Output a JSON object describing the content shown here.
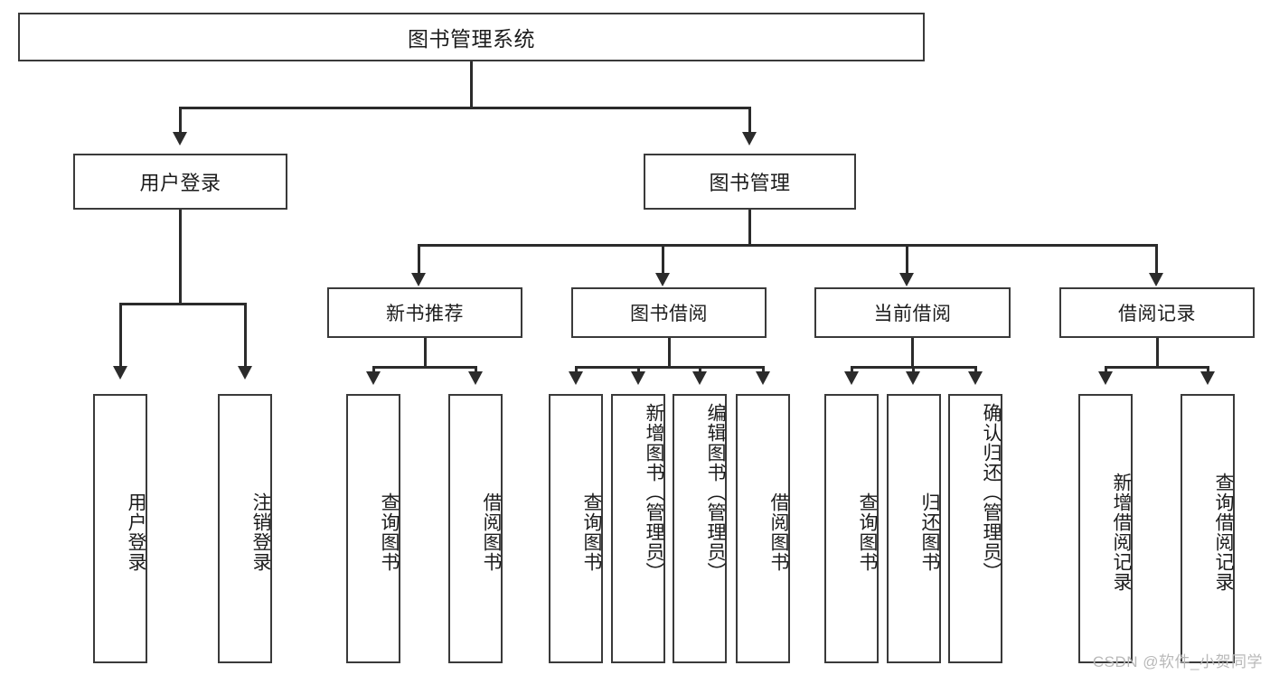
{
  "diagram": {
    "type": "hierarchy-tree",
    "title": "图书管理系统",
    "root": {
      "label": "图书管理系统"
    },
    "level2": [
      {
        "label": "用户登录"
      },
      {
        "label": "图书管理"
      }
    ],
    "level3": [
      {
        "label": "新书推荐"
      },
      {
        "label": "图书借阅"
      },
      {
        "label": "当前借阅"
      },
      {
        "label": "借阅记录"
      }
    ],
    "leaves": {
      "user_login": [
        {
          "label": "用户登录"
        },
        {
          "label": "注销登录"
        }
      ],
      "new_book_recommend": [
        {
          "label": "查询图书"
        },
        {
          "label": "借阅图书"
        }
      ],
      "book_borrow": [
        {
          "label": "查询图书"
        },
        {
          "label": "新增图书（管理员）"
        },
        {
          "label": "编辑图书（管理员）"
        },
        {
          "label": "借阅图书"
        }
      ],
      "current_borrow": [
        {
          "label": "查询图书"
        },
        {
          "label": "归还图书"
        },
        {
          "label": "确认归还（管理员）"
        }
      ],
      "borrow_record": [
        {
          "label": "新增借阅记录"
        },
        {
          "label": "查询借阅记录"
        }
      ]
    }
  },
  "watermark": {
    "text": "CSDN @软件_小贺同学"
  },
  "colors": {
    "box_border": "#3a3a3a",
    "line": "#2b2b2b",
    "background": "#ffffff",
    "text": "#1c1c1c",
    "watermark": "#b9b9b9"
  }
}
